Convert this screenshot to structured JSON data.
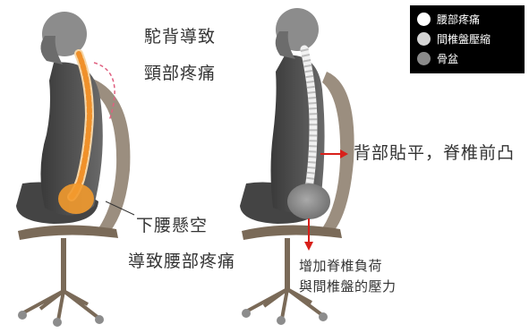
{
  "labels": {
    "hunchback_line1": "駝背導致",
    "hunchback_line2": "頸部疼痛",
    "lower_back_line1": "下腰懸空",
    "lower_back_line2": "導致腰部疼痛",
    "flat_back": "背部貼平，脊椎前凸",
    "pressure_line1": "增加脊椎負荷",
    "pressure_line2": "與間椎盤的壓力"
  },
  "legend": {
    "items": [
      {
        "label": "腰部疼痛",
        "color": "#ffffff"
      },
      {
        "label": "間椎盤壓縮",
        "color": "#d4d4d4"
      },
      {
        "label": "骨盆",
        "color": "#8a8a8a"
      }
    ]
  },
  "colors": {
    "silhouette": "#555555",
    "head": "#8c8c8c",
    "chair": "#7a6a58",
    "spine_orange": "#f08a1c",
    "arrow_red": "#d8201a",
    "dashed_pink": "#e06080"
  }
}
